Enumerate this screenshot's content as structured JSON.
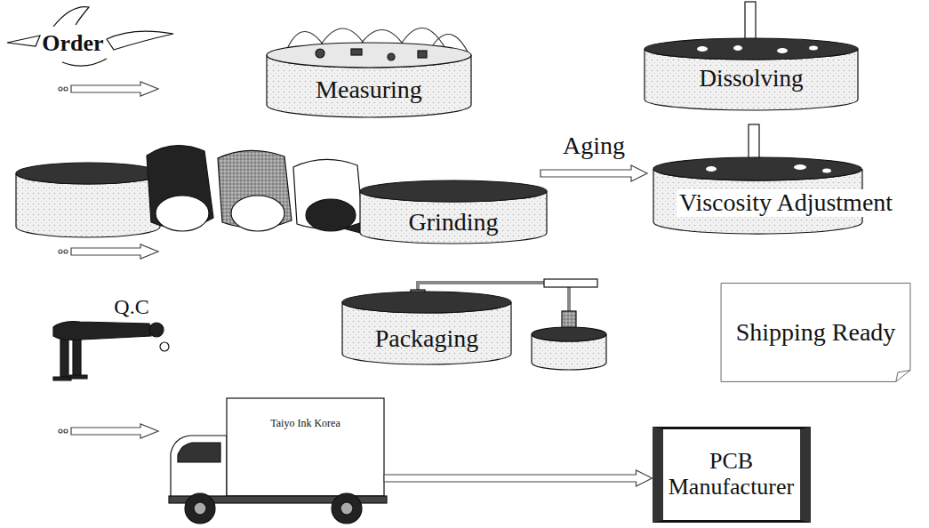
{
  "diagram": {
    "nodes": [
      {
        "text": [
          "Order"
        ]
      },
      {
        "text": [
          "Measuring"
        ]
      },
      {
        "text": [
          "Dissolving"
        ]
      },
      {
        "text": [
          "Grinding"
        ]
      },
      {
        "text": [
          "Viscosity Adjustment"
        ]
      },
      {
        "text": [
          "Q.C"
        ]
      },
      {
        "text": [
          "Packaging"
        ]
      },
      {
        "text": [
          "Shipping Ready"
        ]
      },
      {
        "text": [
          "Taiyo Ink Korea"
        ]
      },
      {
        "text": [
          "PCB Manufacturer"
        ]
      }
    ],
    "edges": [
      {
        "from": 3,
        "to": 4,
        "label": "Aging",
        "arrow": "to"
      },
      {
        "from": 8,
        "to": 9,
        "arrow": "to"
      }
    ]
  }
}
